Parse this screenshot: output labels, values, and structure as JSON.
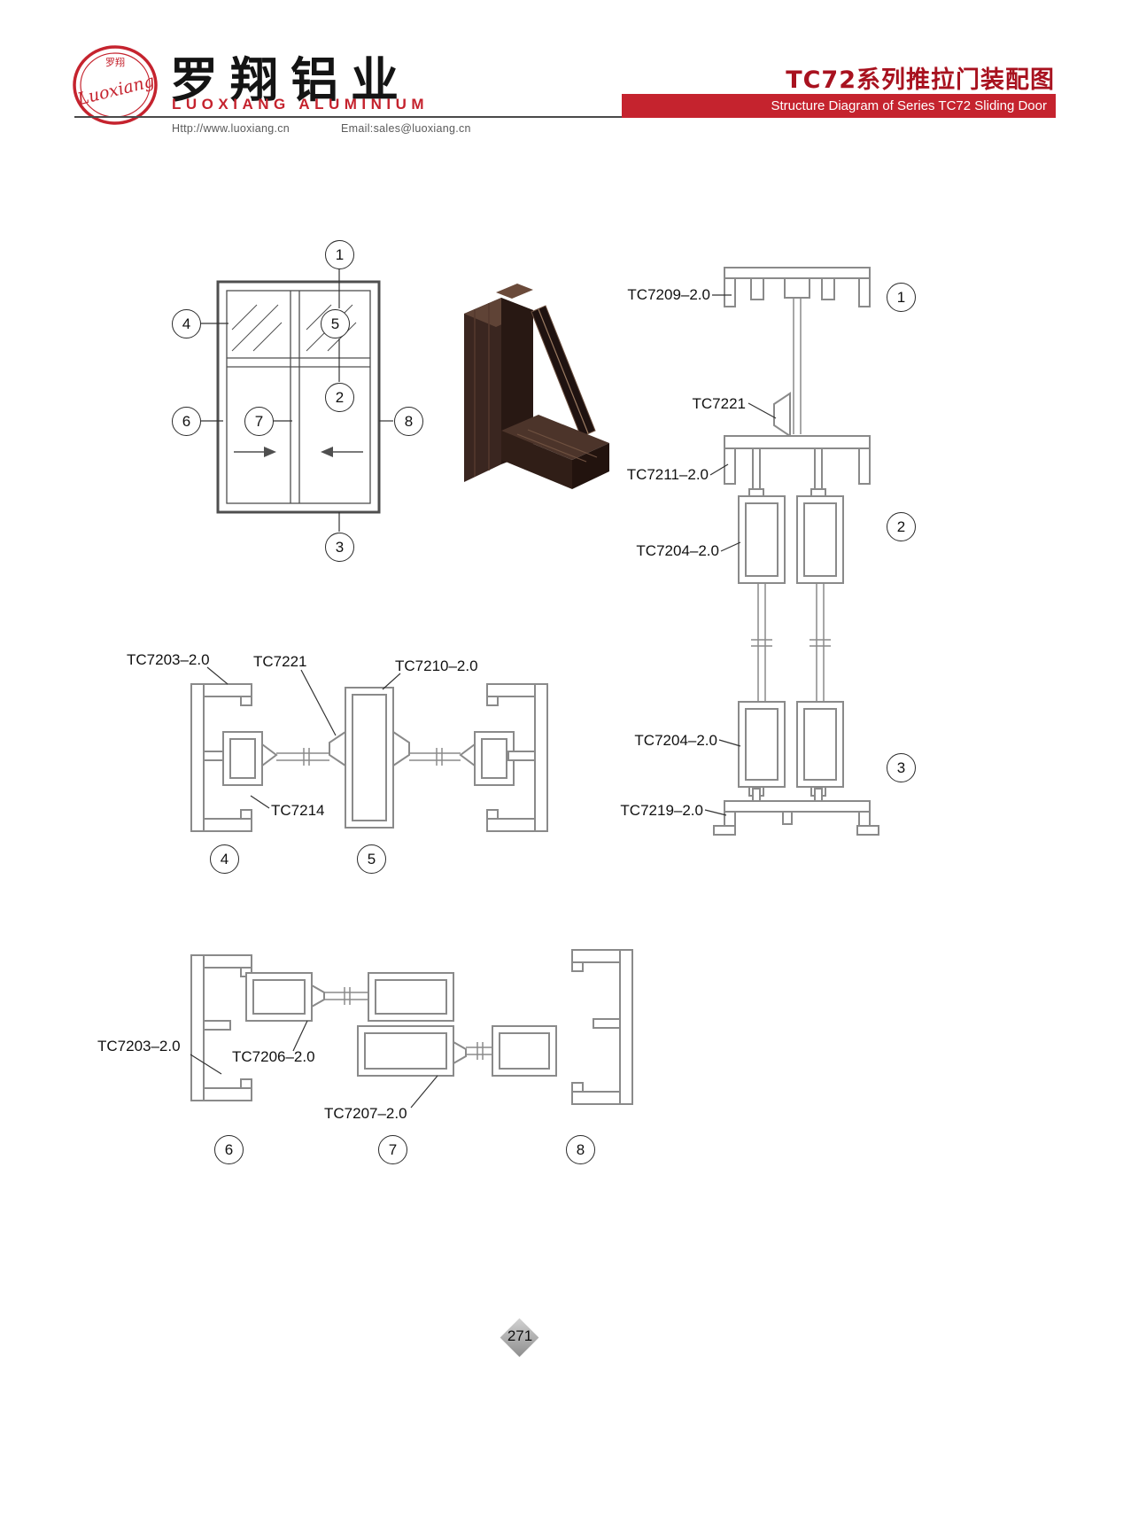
{
  "colors": {
    "accent_red": "#c5232e",
    "title_dark_red": "#a8121f",
    "drawing_gray": "#8a8a8a",
    "elevation_gray": "#4f4f4f",
    "profile_brown": "#3a2620"
  },
  "header": {
    "logo_cn": "罗翔",
    "logo_script": "Luoxiang",
    "brand_cn": "罗翔铝业",
    "brand_en": "LUOXIANG ALUMINIUM",
    "website": "Http://www.luoxiang.cn",
    "email": "Email:sales@luoxiang.cn",
    "title_cn": "TC72系列推拉门装配图",
    "title_en": "Structure Diagram of Series TC72 Sliding Door"
  },
  "callouts": {
    "elevation": [
      "1",
      "4",
      "5",
      "2",
      "6",
      "7",
      "8",
      "3"
    ],
    "right": [
      "1",
      "2",
      "3"
    ],
    "middle": [
      "4",
      "5"
    ],
    "bottom": [
      "6",
      "7",
      "8"
    ]
  },
  "labels": {
    "right": [
      "TC7209–2.0",
      "TC7221",
      "TC7211–2.0",
      "TC7204–2.0",
      "TC7204–2.0",
      "TC7219–2.0"
    ],
    "middle": [
      "TC7203–2.0",
      "TC7221",
      "TC7210–2.0",
      "TC7214"
    ],
    "bottom": [
      "TC7203–2.0",
      "TC7206–2.0",
      "TC7207–2.0"
    ]
  },
  "footer": {
    "page_number": "271"
  }
}
